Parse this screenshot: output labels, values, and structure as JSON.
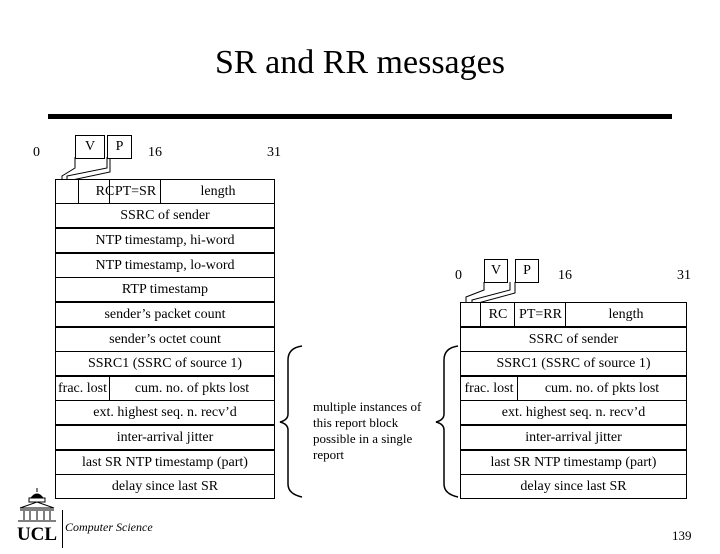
{
  "title": "SR and RR messages",
  "sr": {
    "bit_labels": {
      "b0": "0",
      "b16": "16",
      "b31": "31"
    },
    "version": "V",
    "padding": "P",
    "rc": "RC",
    "pt": "PT=SR",
    "length": "length",
    "rows": [
      "SSRC of sender",
      "NTP timestamp, hi-word",
      "NTP timestamp, lo-word",
      "RTP timestamp",
      "sender’s packet count",
      "sender’s octet count",
      "SSRC1 (SSRC of source 1)"
    ],
    "frac_lost": "frac. lost",
    "cum_lost": "cum. no. of pkts lost",
    "rows2": [
      "ext. highest seq. n. recv’d",
      "inter-arrival jitter",
      "last SR NTP timestamp (part)",
      "delay since last SR"
    ]
  },
  "rr": {
    "bit_labels": {
      "b0": "0",
      "b16": "16",
      "b31": "31"
    },
    "version": "V",
    "padding": "P",
    "rc": "RC",
    "pt": "PT=RR",
    "length": "length",
    "rows": [
      "SSRC of sender",
      "SSRC1 (SSRC of source 1)"
    ],
    "frac_lost": "frac. lost",
    "cum_lost": "cum. no. of pkts lost",
    "rows2": [
      "ext. highest seq. n. recv’d",
      "inter-arrival jitter",
      "last SR NTP timestamp (part)",
      "delay since last SR"
    ]
  },
  "annotation": "multiple instances of this report block possible in a single report",
  "footer": {
    "logo": "UCL",
    "dept": "Computer Science",
    "page": "139"
  }
}
